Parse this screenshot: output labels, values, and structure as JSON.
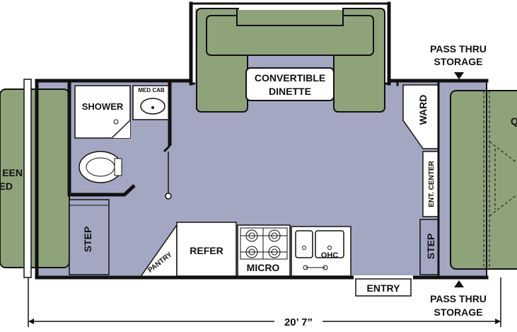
{
  "labels": {
    "convertible_dinette_line1": "CONVERTIBLE",
    "convertible_dinette_line2": "DINETTE",
    "shower": "SHOWER",
    "med_cab": "MED CAB",
    "queen_bed_left_line1": "EEN",
    "queen_bed_left_line2": "ED",
    "queen_bed_right": "Q",
    "step_left": "STEP",
    "step_right": "STEP",
    "pantry": "PANTRY",
    "refer": "REFER",
    "micro": "MICRO",
    "ohc": "OHC",
    "ward": "WARD",
    "ent_center": "ENT. CENTER",
    "entry": "ENTRY",
    "pass_thru_top_line1": "PASS THRU",
    "pass_thru_top_line2": "STORAGE",
    "pass_thru_bottom_line1": "PASS THRU",
    "pass_thru_bottom_line2": "STORAGE",
    "length": "20’ 7”"
  },
  "colors": {
    "floor": "#a4a7c2",
    "cushion": "#8fa37b",
    "cushion_dark": "#7f936c",
    "wall": "#111111",
    "fixture": "#ffffff"
  }
}
